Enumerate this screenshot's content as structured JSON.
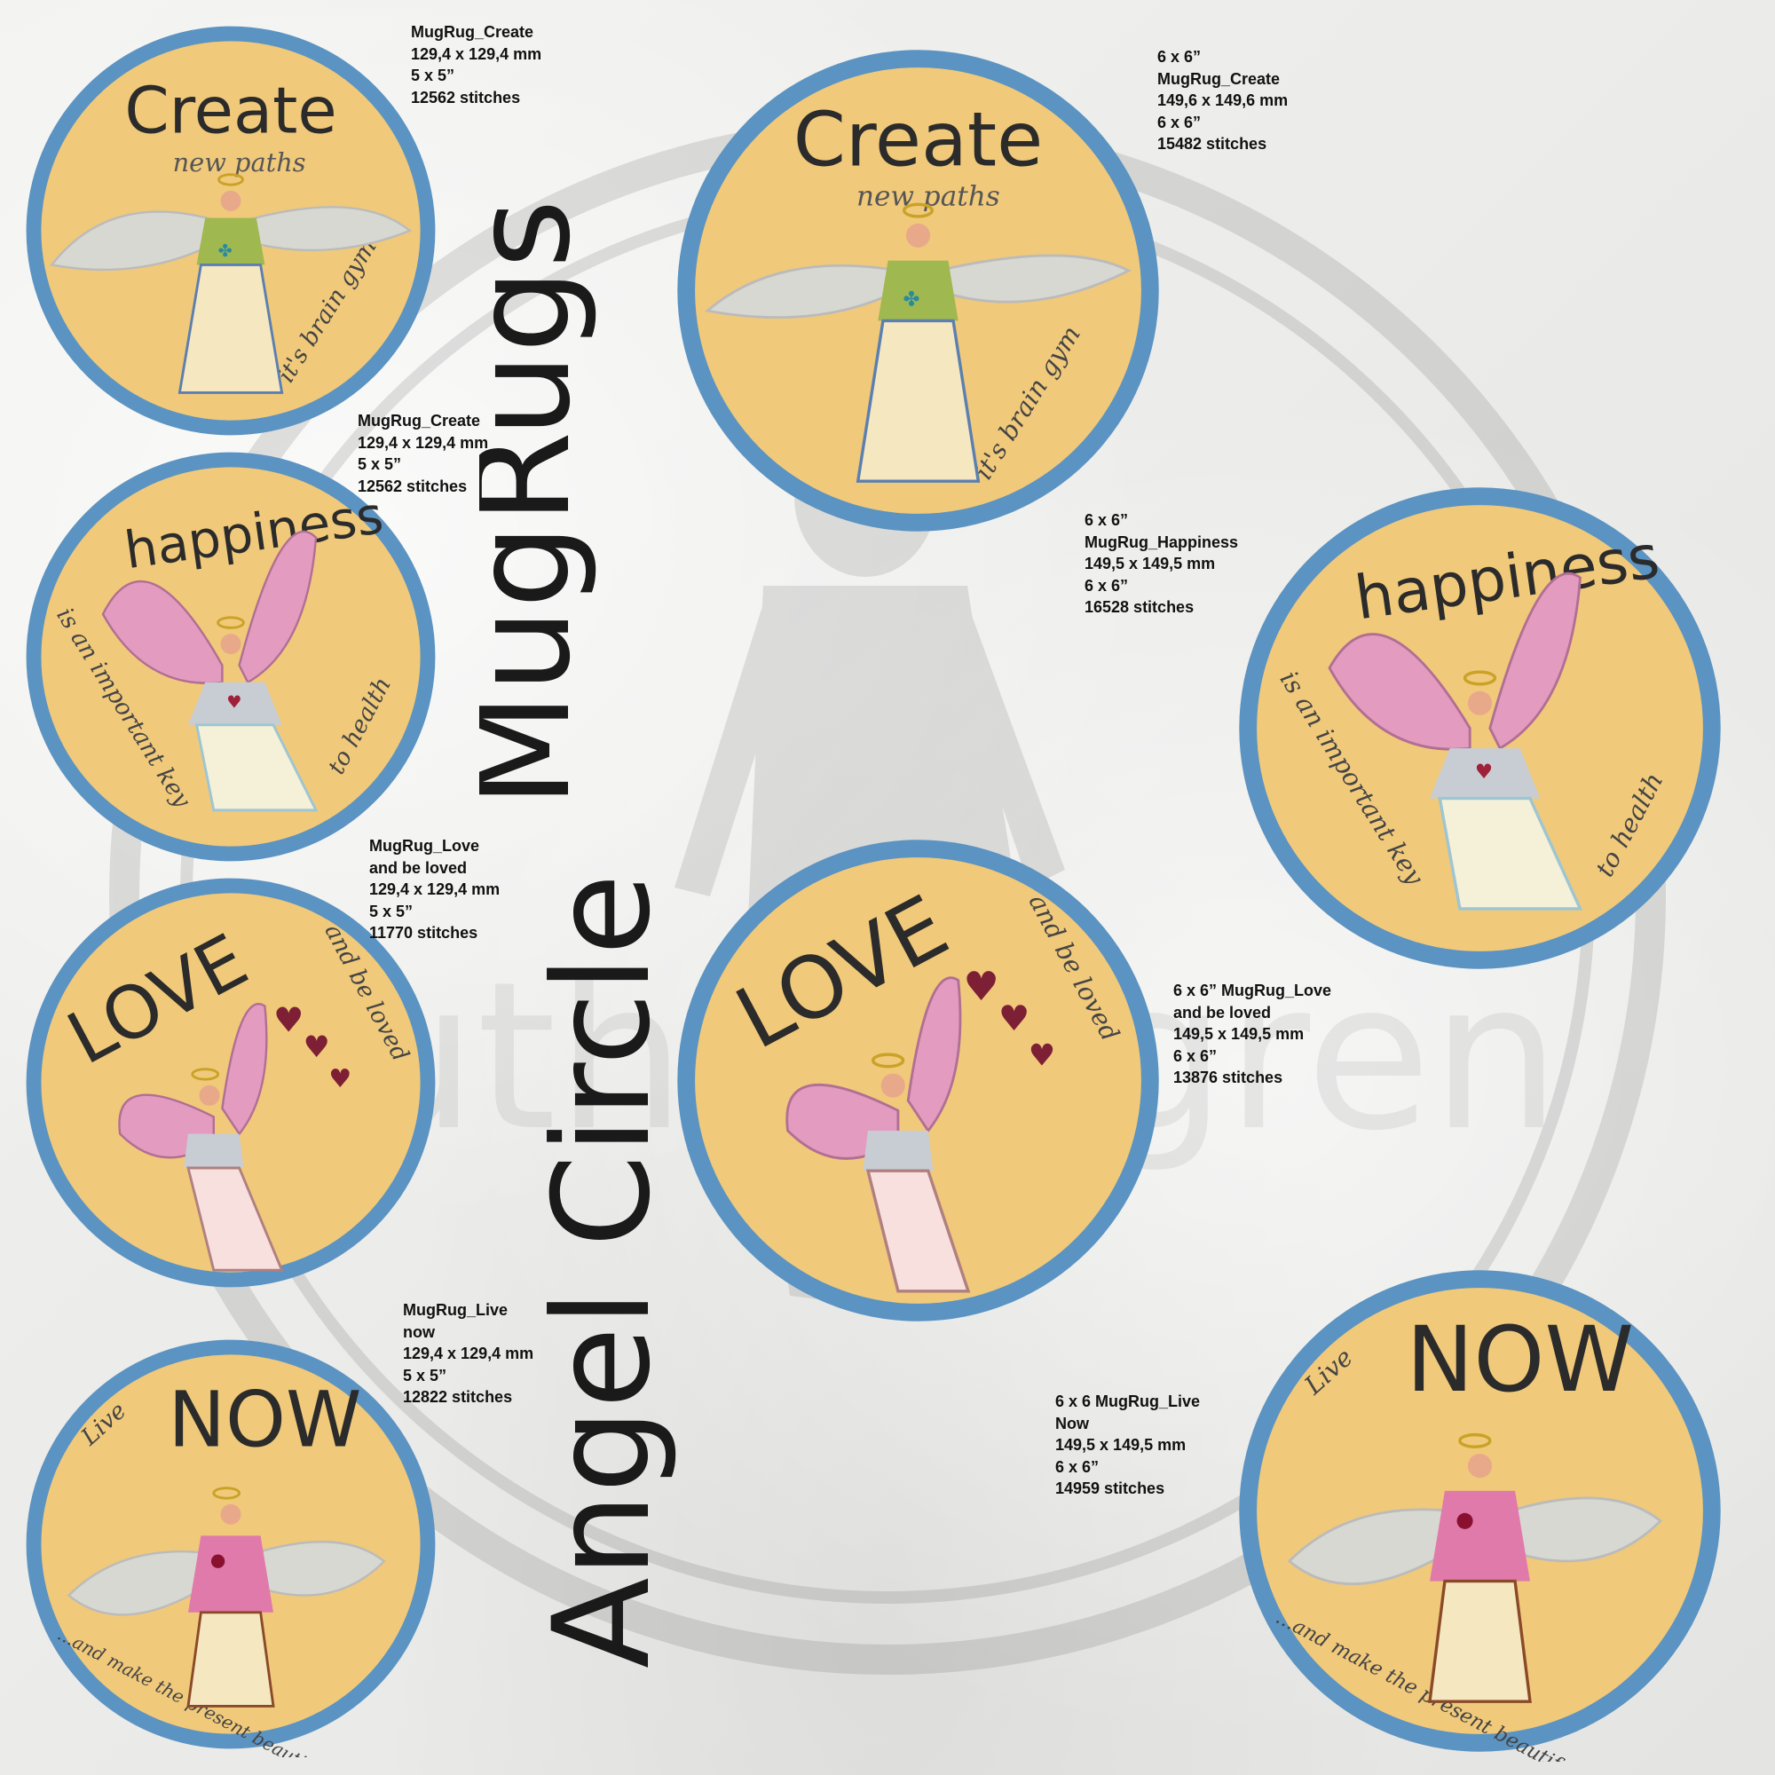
{
  "watermark": {
    "text": "Ruth Bergren"
  },
  "title": {
    "line1": "Angel Circle",
    "line2": "MugRugs"
  },
  "rugs": [
    {
      "word": "Create",
      "top": "new paths",
      "side": "it's brain gym"
    },
    {
      "word": "happiness",
      "side": "is an important key",
      "side2": "to health"
    },
    {
      "word": "LOVE",
      "side": "and be loved"
    },
    {
      "word": "NOW",
      "top": "Live",
      "side": "...and make the present beautiful"
    }
  ],
  "info_blocks": [
    {
      "lines": [
        "MugRug_Create",
        "129,4 x 129,4 mm",
        "5 x 5”",
        "12562 stitches"
      ]
    },
    {
      "lines": [
        "MugRug_Create",
        "129,4 x 129,4 mm",
        "5 x 5”",
        "12562 stitches"
      ]
    },
    {
      "lines": [
        "MugRug_Love",
        "and be loved",
        "129,4 x 129,4 mm",
        "5 x 5”",
        "11770 stitches"
      ]
    },
    {
      "lines": [
        "MugRug_Live",
        "now",
        "129,4 x 129,4 mm",
        "5 x 5”",
        "12822 stitches"
      ]
    },
    {
      "lines": [
        "6 x 6”",
        "MugRug_Create",
        "149,6 x 149,6 mm",
        "6 x 6”",
        "15482 stitches"
      ]
    },
    {
      "lines": [
        "6 x 6”",
        "MugRug_Happiness",
        "149,5 x 149,5 mm",
        "6 x 6”",
        "16528 stitches"
      ]
    },
    {
      "lines": [
        "6 x 6” MugRug_Love",
        "and be loved",
        "149,5 x 149,5 mm",
        "6 x 6”",
        "13876 stitches"
      ]
    },
    {
      "lines": [
        "6 x 6 MugRug_Live",
        "Now",
        "149,5 x 149,5 mm",
        "6 x 6”",
        "14959 stitches"
      ]
    }
  ],
  "colors": {
    "rim": "#5b93c2",
    "fabric": "#f0c97a",
    "ink": "#2b2b2b",
    "green": "#9fb84f",
    "pink": "#e49bc0",
    "wing": "#d6d6d0",
    "heart": "#7d1f35"
  }
}
